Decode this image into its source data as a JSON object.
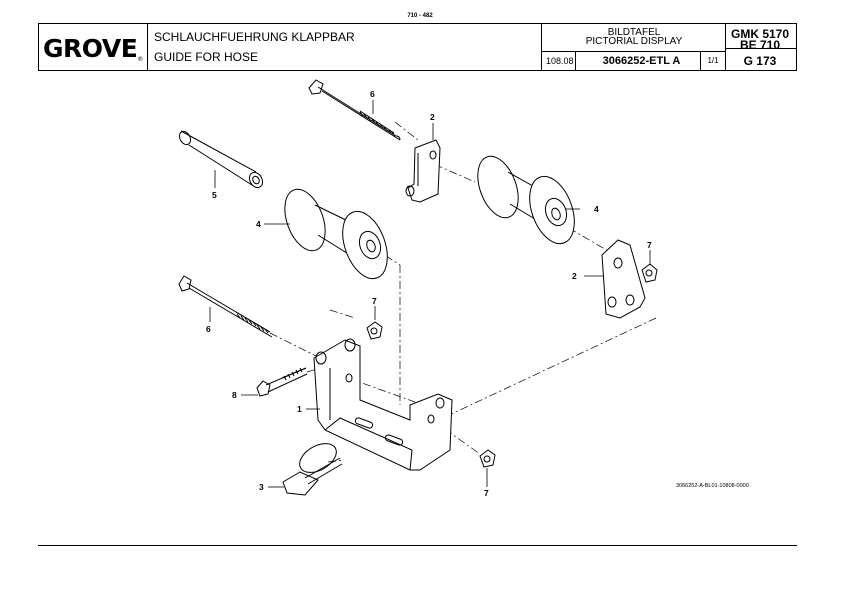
{
  "page_ref": "710 - 482",
  "header": {
    "brand": "GROVE",
    "brand_mark": "®",
    "title_de": "SCHLAUCHFUEHRUNG KLAPPBAR",
    "title_en": "GUIDE FOR HOSE",
    "section_de": "BILDTAFEL",
    "section_en": "PICTORIAL DISPLAY",
    "date": "108.08",
    "part_number": "3066252-ETL A",
    "sheet": "1/1",
    "model_line1": "GMK 5170",
    "model_line2": "BE 710",
    "page": "G 173"
  },
  "callouts": {
    "c1": "1",
    "c2a": "2",
    "c2b": "2",
    "c3": "3",
    "c4a": "4",
    "c4b": "4",
    "c5": "5",
    "c6a": "6",
    "c6b": "6",
    "c7a": "7",
    "c7b": "7",
    "c7c": "7",
    "c8": "8"
  },
  "drawing_number": "3066252-A-BL01-10808-0000"
}
